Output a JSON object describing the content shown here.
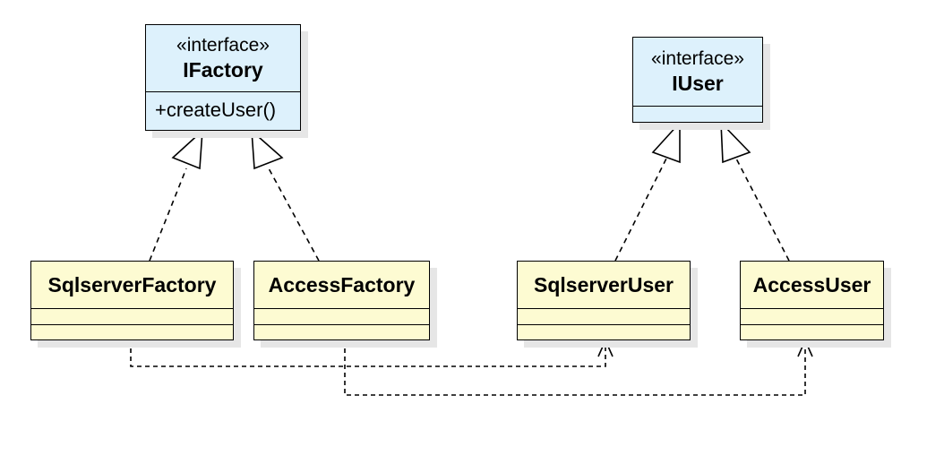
{
  "diagram": {
    "classes": {
      "ifactory": {
        "stereotype": "«interface»",
        "name": "IFactory",
        "operation": "+createUser()"
      },
      "iuser": {
        "stereotype": "«interface»",
        "name": "IUser"
      },
      "sqlserver_factory": {
        "name": "SqlserverFactory"
      },
      "access_factory": {
        "name": "AccessFactory"
      },
      "sqlserver_user": {
        "name": "SqlserverUser"
      },
      "access_user": {
        "name": "AccessUser"
      }
    },
    "relationships": [
      {
        "type": "realization",
        "from": "SqlserverFactory",
        "to": "IFactory"
      },
      {
        "type": "realization",
        "from": "AccessFactory",
        "to": "IFactory"
      },
      {
        "type": "realization",
        "from": "SqlserverUser",
        "to": "IUser"
      },
      {
        "type": "realization",
        "from": "AccessUser",
        "to": "IUser"
      },
      {
        "type": "dependency",
        "from": "SqlserverFactory",
        "to": "SqlserverUser"
      },
      {
        "type": "dependency",
        "from": "AccessFactory",
        "to": "AccessUser"
      }
    ],
    "colors": {
      "interface_fill": "#ddf1fc",
      "class_fill": "#fdfbd2",
      "line": "#000000",
      "shadow": "#e6e6e6"
    }
  }
}
